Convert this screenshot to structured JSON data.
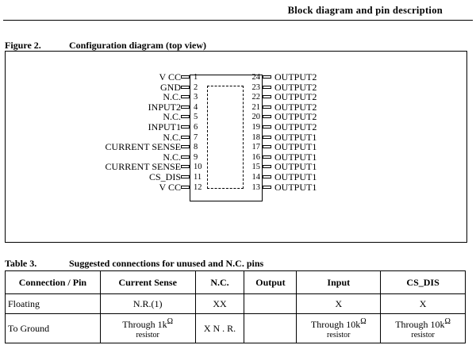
{
  "header": {
    "title": "Block diagram and pin description"
  },
  "figure": {
    "number": "Figure 2.",
    "caption": "Configuration diagram (top view)",
    "left_pins": [
      {
        "name": "V CC",
        "num": "1"
      },
      {
        "name": "GND",
        "num": "2"
      },
      {
        "name": "N.C.",
        "num": "3"
      },
      {
        "name": "INPUT2",
        "num": "4"
      },
      {
        "name": "N.C.",
        "num": "5"
      },
      {
        "name": "INPUT1",
        "num": "6"
      },
      {
        "name": "N.C.",
        "num": "7"
      },
      {
        "name": "CURRENT SENSE",
        "num": "8"
      },
      {
        "name": "N.C.",
        "num": "9"
      },
      {
        "name": "CURRENT SENSE",
        "num": "10"
      },
      {
        "name": "CS_DIS",
        "num": "11"
      },
      {
        "name": "V CC",
        "num": "12"
      }
    ],
    "right_pins": [
      {
        "name": "OUTPUT2",
        "num": "24"
      },
      {
        "name": "OUTPUT2",
        "num": "23"
      },
      {
        "name": "OUTPUT2",
        "num": "22"
      },
      {
        "name": "OUTPUT2",
        "num": "21"
      },
      {
        "name": "OUTPUT2",
        "num": "20"
      },
      {
        "name": "OUTPUT2",
        "num": "19"
      },
      {
        "name": "OUTPUT1",
        "num": "18"
      },
      {
        "name": "OUTPUT1",
        "num": "17"
      },
      {
        "name": "OUTPUT1",
        "num": "16"
      },
      {
        "name": "OUTPUT1",
        "num": "15"
      },
      {
        "name": "OUTPUT1",
        "num": "14"
      },
      {
        "name": "OUTPUT1",
        "num": "13"
      }
    ]
  },
  "table": {
    "number": "Table 3.",
    "caption": "Suggested connections for unused and N.C. pins",
    "headers": [
      "Connection / Pin",
      "Current Sense",
      "N.C.",
      "Output",
      "Input",
      "CS_DIS"
    ],
    "rows": [
      {
        "connection": "Floating",
        "current_sense": "N.R.(1)",
        "nc": "XX",
        "output": "",
        "input": "X",
        "cs_dis": "X"
      },
      {
        "connection": "To Ground",
        "current_sense_main": "Through 1k",
        "current_sense_omega": "Ω",
        "current_sense_sub": "resistor",
        "nc": "X N . R.",
        "output": "",
        "input_main": "Through 10k",
        "input_omega": "Ω",
        "input_sub": "resistor",
        "cs_dis_main": "Through 10k",
        "cs_dis_omega": "Ω",
        "cs_dis_sub": "resistor"
      }
    ]
  }
}
